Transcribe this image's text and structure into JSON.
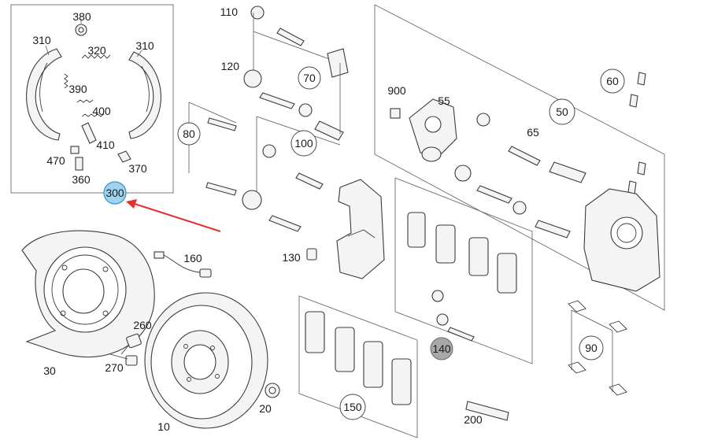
{
  "diagram": {
    "callouts": {
      "c110": "110",
      "c120": "120",
      "c70": "70",
      "c80": "80",
      "c100": "100",
      "c130": "130",
      "c160": "160",
      "c260": "260",
      "c270": "270",
      "c30": "30",
      "c10": "10",
      "c20": "20",
      "c150": "150",
      "c200": "200",
      "c140": "140",
      "c90": "90",
      "c900": "900",
      "c55": "55",
      "c65": "65",
      "c50": "50",
      "c60": "60",
      "c380": "380",
      "c310a": "310",
      "c310b": "310",
      "c320": "320",
      "c390": "390",
      "c400": "400",
      "c410": "410",
      "c470": "470",
      "c370": "370",
      "c360": "360",
      "c300": "300"
    },
    "highlight": {
      "selected_part": "300",
      "selected_color": "#9fd3f0",
      "arrow_color": "#e53030",
      "dimmed_part": "140",
      "dimmed_color": "#a8a8a8"
    }
  }
}
